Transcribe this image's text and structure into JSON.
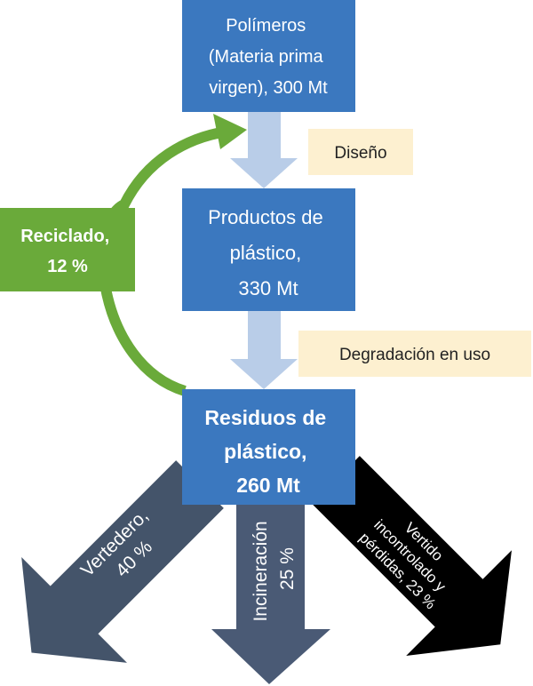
{
  "colors": {
    "box": "#3b78bf",
    "flow_arrow": "#b9cde8",
    "recycle": "#6aaa3a",
    "note": "#fdf0d0",
    "landfill": "#44546a",
    "incineration": "#4a5a75",
    "uncontrolled": "#000000"
  },
  "boxes": {
    "polymers": [
      "Polímeros",
      "(Materia prima",
      "virgen), 300 Mt"
    ],
    "products": [
      "Productos de",
      "plástico,",
      "330 Mt"
    ],
    "waste": [
      "Residuos de",
      "plástico,",
      "260 Mt"
    ]
  },
  "notes": {
    "design": "Diseño",
    "degradation": "Degradación en uso"
  },
  "recycling": [
    "Reciclado,",
    "12 %"
  ],
  "outflows": {
    "landfill": [
      "Vertedero,",
      "40 %"
    ],
    "incineration": [
      "Incineración",
      "25 %"
    ],
    "uncontrolled": [
      "Vertido",
      "incontrolado y",
      "pérdidas, 23 %"
    ]
  }
}
